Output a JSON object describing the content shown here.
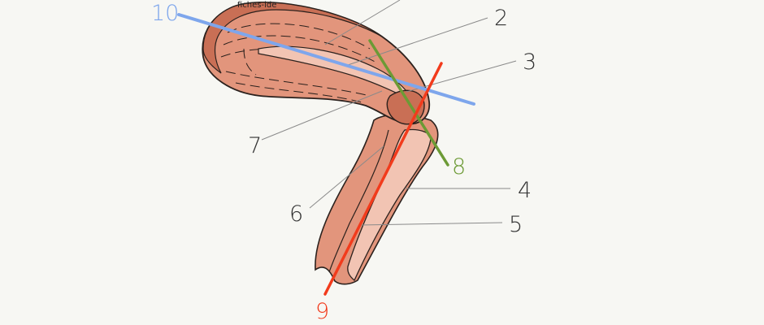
{
  "watermark": "fiches-ide",
  "labels": {
    "l2": "2",
    "l3": "3",
    "l4": "4",
    "l5": "5",
    "l6": "6",
    "l7": "7",
    "l8": "8",
    "l9": "9",
    "l10": "10"
  },
  "colors": {
    "background": "#f7f7f3",
    "tissue_outer": "#e2957c",
    "tissue_dark": "#c96f55",
    "tissue_inner": "#f2c4b3",
    "outline": "#2b211d",
    "leader_line": "#8a8a8a",
    "label_text": "#333333",
    "plane_blue": "#7ea6ec",
    "plane_green": "#6c9a35",
    "plane_red": "#f23b1c"
  }
}
